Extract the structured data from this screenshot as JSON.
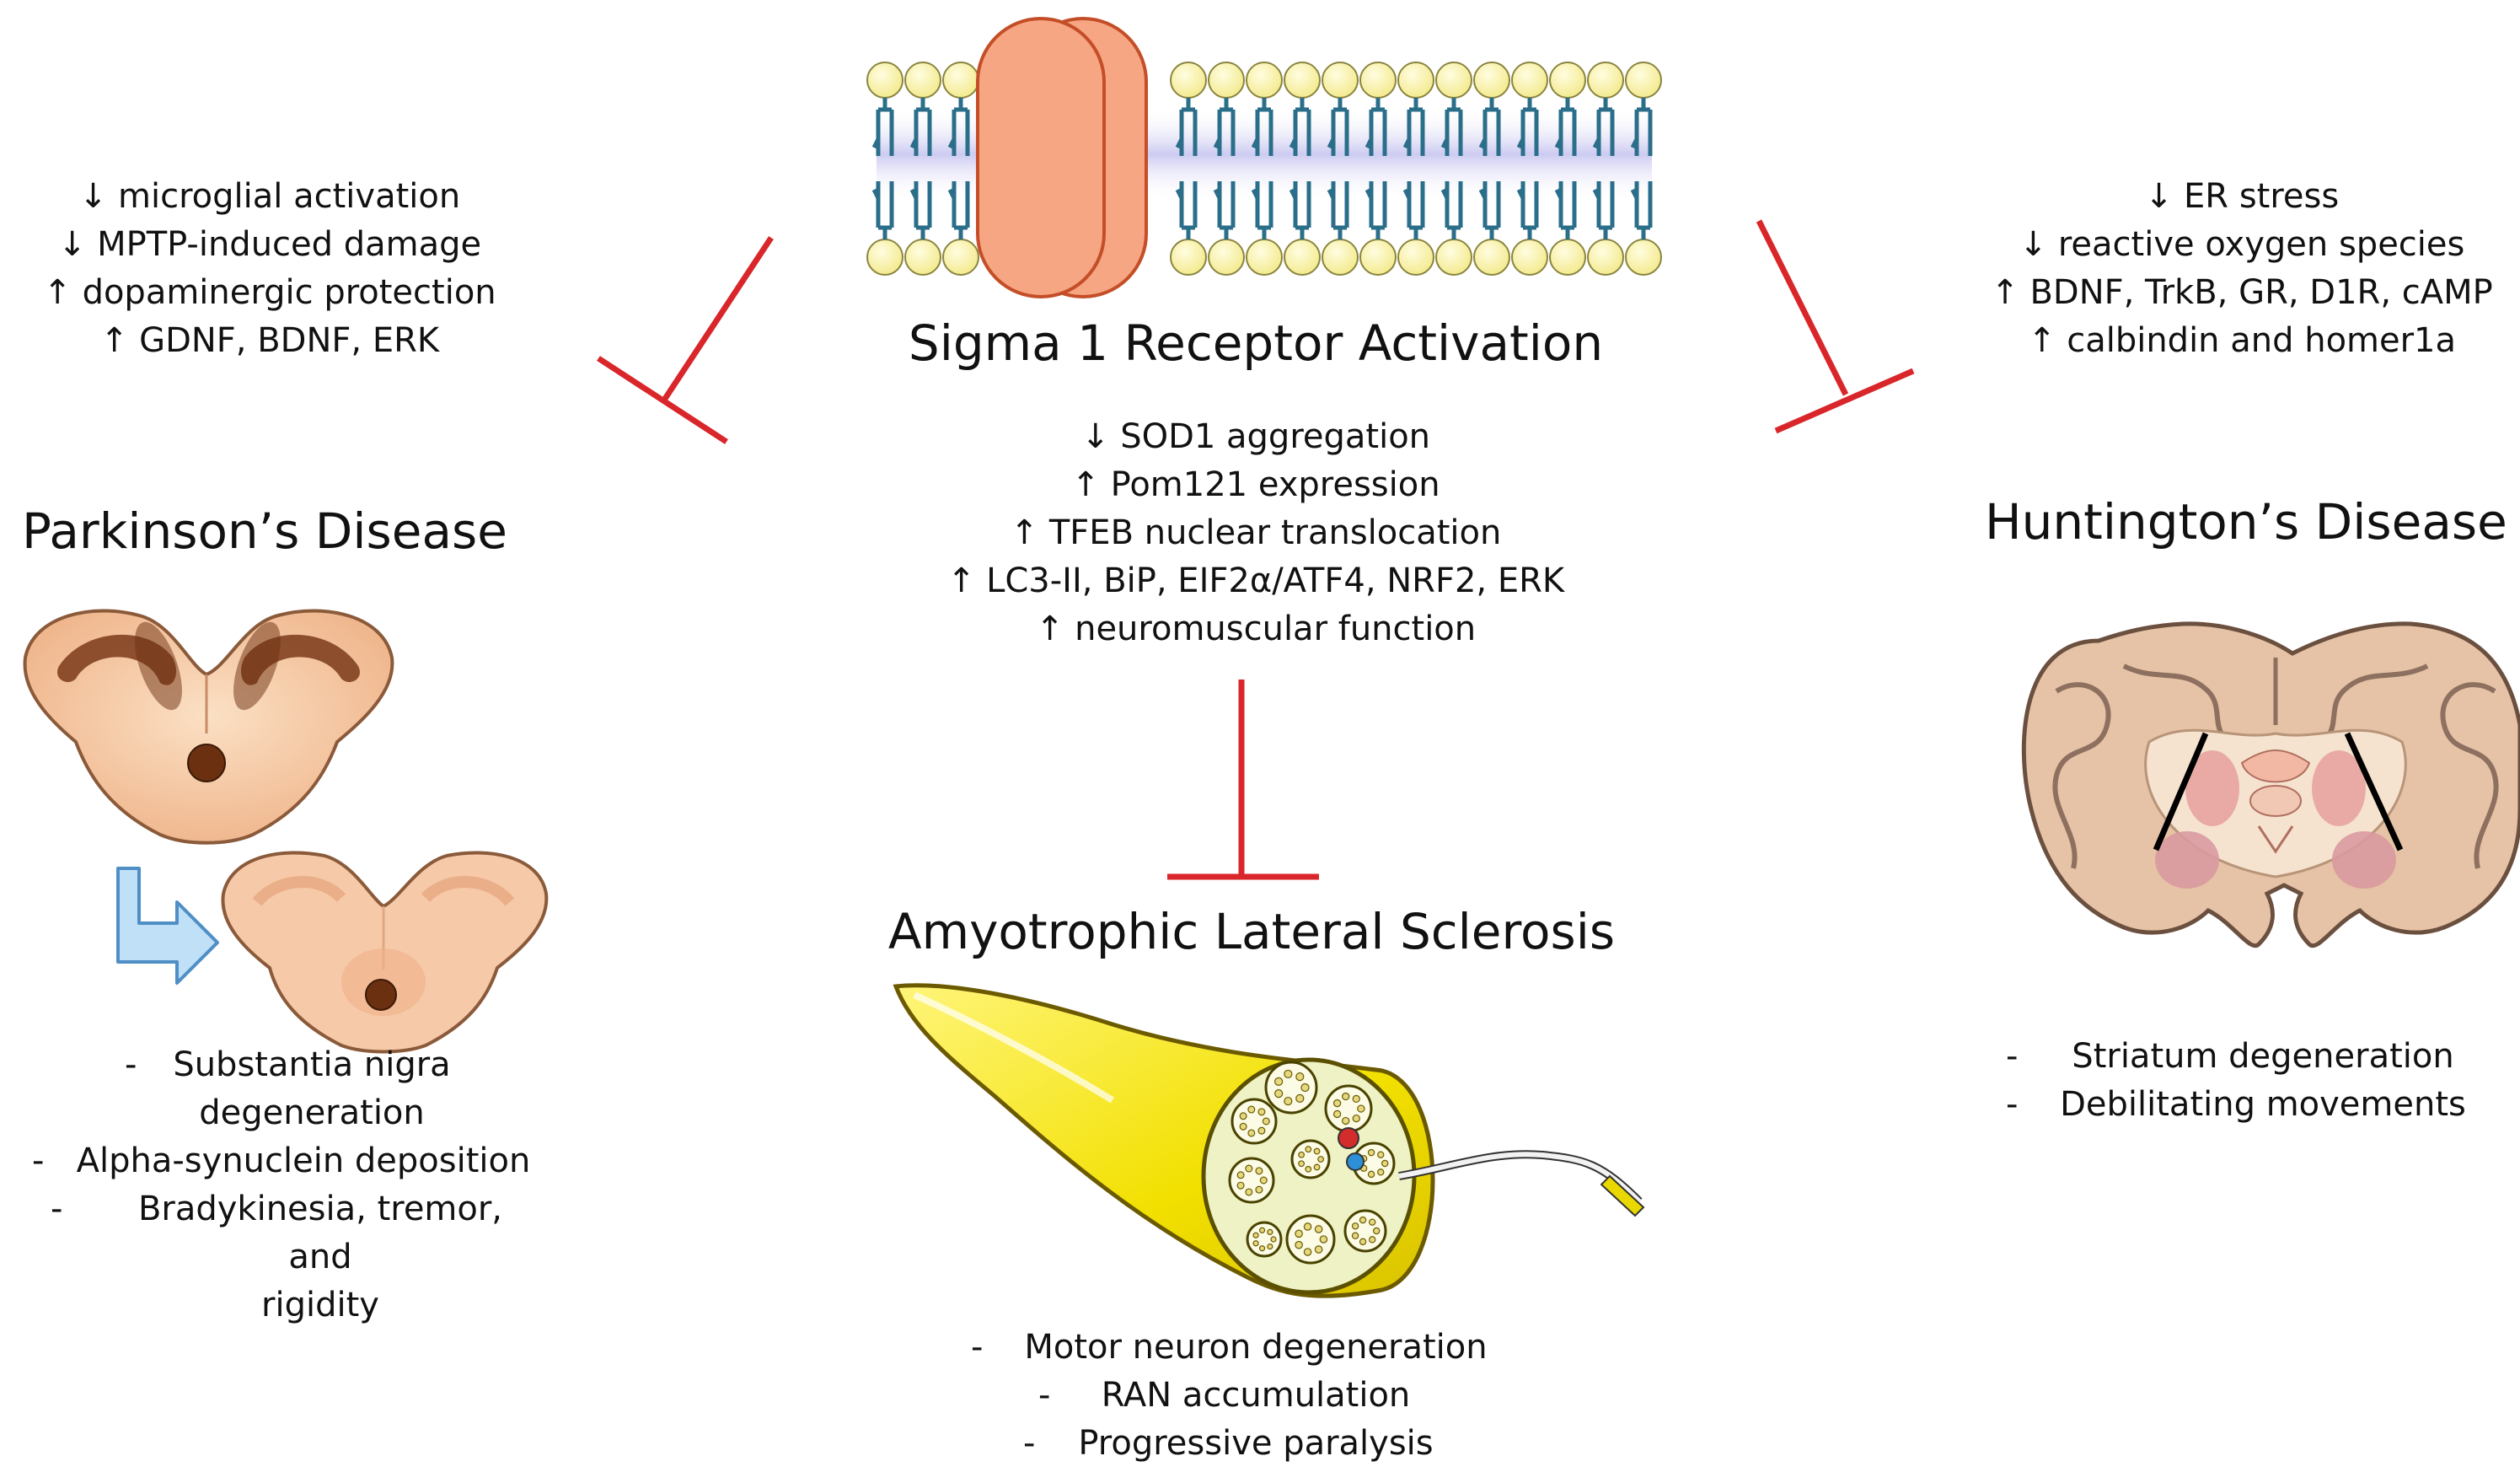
{
  "center": {
    "title": "Sigma 1 Receptor Activation",
    "effects": [
      {
        "arrow": "↓",
        "text": "SOD1 aggregation"
      },
      {
        "arrow": "↑",
        "text": "Pom121 expression"
      },
      {
        "arrow": "↑",
        "text": "TFEB nuclear translocation"
      },
      {
        "arrow": "↑",
        "text": "LC3-II, BiP, EIF2α/ATF4, NRF2, ERK"
      },
      {
        "arrow": "↑",
        "text": "neuromuscular function"
      }
    ]
  },
  "parkinsons": {
    "title": "Parkinson’s Disease",
    "effects": [
      {
        "arrow": "↓",
        "text": "microglial activation"
      },
      {
        "arrow": "↓",
        "text": "MPTP-induced damage"
      },
      {
        "arrow": "↑",
        "text": "dopaminergic protection"
      },
      {
        "arrow": "↑",
        "text": "GDNF, BDNF, ERK"
      }
    ],
    "bullets": [
      {
        "dash": "-",
        "lines": [
          "Substantia nigra",
          "degeneration"
        ]
      },
      {
        "dash": "-",
        "lines": [
          "Alpha-synuclein deposition"
        ]
      },
      {
        "dash": "-",
        "lines": [
          "Bradykinesia, tremor, and",
          "rigidity"
        ]
      }
    ]
  },
  "huntingtons": {
    "title": "Huntington’s Disease",
    "effects": [
      {
        "arrow": "↓",
        "text": "ER stress"
      },
      {
        "arrow": "↓",
        "text": "reactive oxygen species"
      },
      {
        "arrow": "↑",
        "text": "BDNF, TrkB, GR, D1R, cAMP"
      },
      {
        "arrow": "↑",
        "text": "calbindin and homer1a"
      }
    ],
    "bullets": [
      {
        "dash": "-",
        "lines": [
          "Striatum degeneration"
        ]
      },
      {
        "dash": "-",
        "lines": [
          "Debilitating movements"
        ]
      }
    ]
  },
  "als": {
    "title": "Amyotrophic Lateral Sclerosis",
    "bullets": [
      {
        "dash": "-",
        "lines": [
          "Motor neuron degeneration"
        ]
      },
      {
        "dash": "-",
        "lines": [
          "RAN accumulation"
        ]
      },
      {
        "dash": "-",
        "lines": [
          "Progressive paralysis"
        ]
      }
    ]
  },
  "colors": {
    "inhibit": "#d9262b",
    "receptor": "#f6a682",
    "receptor_stroke": "#c44e28",
    "lipid_head": "#fdf7b0",
    "lipid_tail": "#2a6e8a",
    "membrane_glow": "#c9c9f2",
    "tissue": "#f4c8a0",
    "nerve_yellow": "#f4e400"
  }
}
